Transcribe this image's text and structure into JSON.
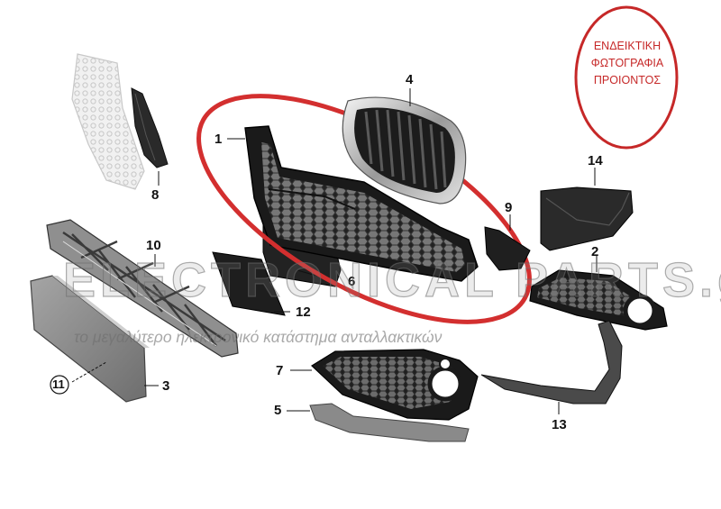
{
  "stamp": {
    "lines": [
      "ΕΝΔΕΙΚΤΙΚΗ",
      "ΦΩΤΟΓΡΑΦΙΑ",
      "ΠΡΟΙΟΝΤΟΣ"
    ],
    "color": "#c62828"
  },
  "watermark": {
    "brand": "ELECTRONICAL PARTS.gr",
    "slogan": "το μεγαλύτερο ηλεκτρονικό κατάστημα ανταλλακτικών"
  },
  "highlight_color": "#d32f2f",
  "callouts": [
    {
      "id": "1",
      "label": "1"
    },
    {
      "id": "2",
      "label": "2"
    },
    {
      "id": "3",
      "label": "3"
    },
    {
      "id": "4",
      "label": "4"
    },
    {
      "id": "5",
      "label": "5"
    },
    {
      "id": "6",
      "label": "6"
    },
    {
      "id": "7",
      "label": "7"
    },
    {
      "id": "8",
      "label": "8"
    },
    {
      "id": "9",
      "label": "9"
    },
    {
      "id": "10",
      "label": "10"
    },
    {
      "id": "11",
      "label": "11"
    },
    {
      "id": "12",
      "label": "12"
    },
    {
      "id": "13",
      "label": "13"
    },
    {
      "id": "14",
      "label": "14"
    }
  ]
}
